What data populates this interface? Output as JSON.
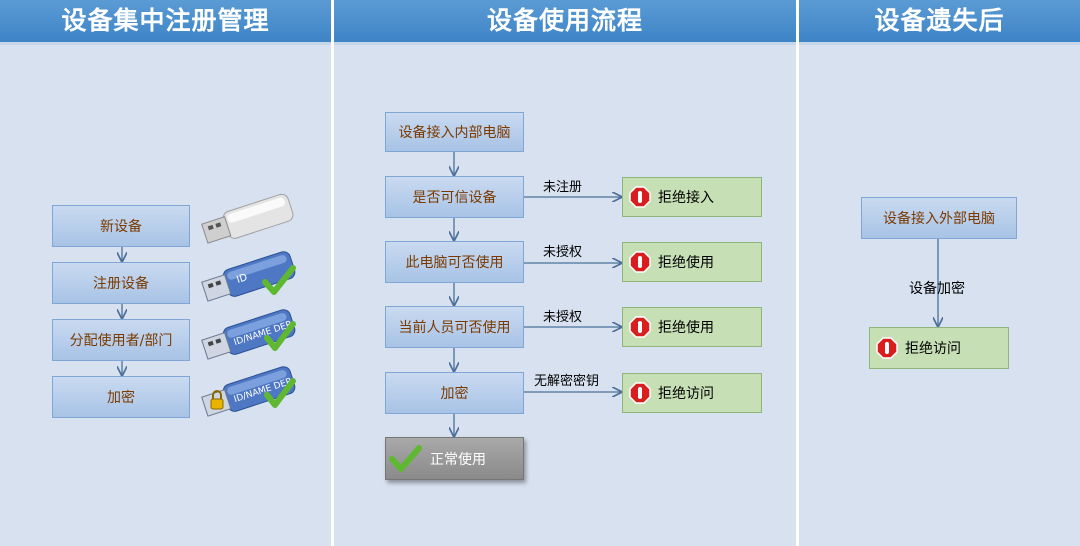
{
  "headers": {
    "registration": "设备集中注册管理",
    "usage_flow": "设备使用流程",
    "after_loss": "设备遗失后"
  },
  "registration": {
    "steps": [
      "新设备",
      "注册设备",
      "分配使用者/部门",
      "加密"
    ],
    "usb_labels": [
      "ID",
      "ID/NAME DEP",
      "ID/NAME DEP"
    ]
  },
  "usage_flow": {
    "start": "设备接入内部电脑",
    "checks": [
      {
        "label": "是否可信设备",
        "edge": "未注册",
        "result": "拒绝接入"
      },
      {
        "label": "此电脑可否使用",
        "edge": "未授权",
        "result": "拒绝使用"
      },
      {
        "label": "当前人员可否使用",
        "edge": "未授权",
        "result": "拒绝使用"
      },
      {
        "label": "加密",
        "edge": "无解密密钥",
        "result": "拒绝访问"
      }
    ],
    "end": "正常使用"
  },
  "after_loss": {
    "start": "设备接入外部电脑",
    "edge": "设备加密",
    "result": "拒绝访问"
  }
}
